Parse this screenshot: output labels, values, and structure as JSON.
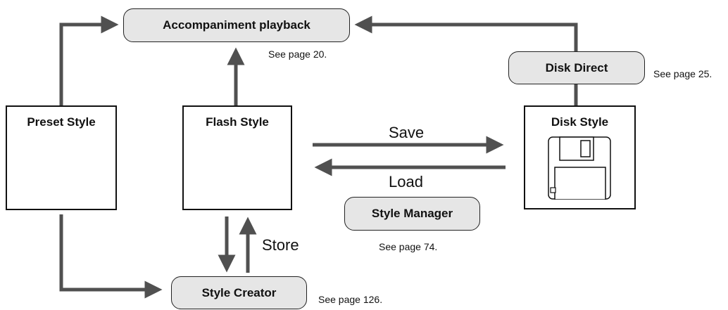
{
  "nodes": {
    "accompaniment_playback": "Accompaniment playback",
    "preset_style": "Preset Style",
    "flash_style": "Flash Style",
    "disk_style": "Disk Style",
    "disk_direct": "Disk Direct",
    "style_manager": "Style Manager",
    "style_creator": "Style Creator"
  },
  "notes": {
    "accompaniment_playback_ref": "See page 20.",
    "disk_direct_ref": "See page 25.",
    "style_manager_ref": "See page 74.",
    "style_creator_ref": "See page 126."
  },
  "arrow_labels": {
    "save": "Save",
    "load": "Load",
    "store": "Store"
  },
  "colors": {
    "arrow": "#505050",
    "pill_fill": "#e6e6e6",
    "outline": "#111111"
  },
  "icons": {
    "disk_style": "floppy-disk-icon"
  }
}
